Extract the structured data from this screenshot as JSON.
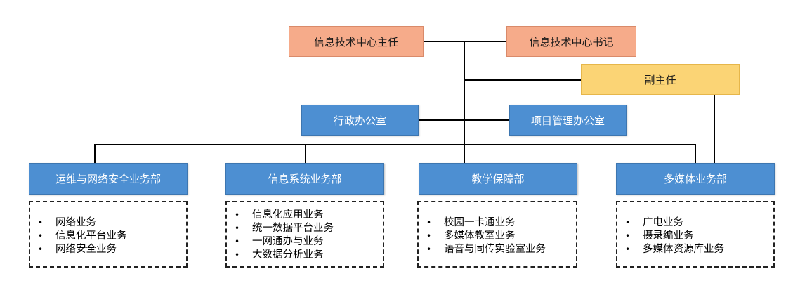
{
  "leadership": {
    "director": "信息技术中心主任",
    "secretary": "信息技术中心书记",
    "deputy": "副主任"
  },
  "offices": {
    "admin": "行政办公室",
    "project": "项目管理办公室"
  },
  "departments": [
    {
      "name": "运维与网络安全业务部",
      "items": [
        "网络业务",
        "信息化平台业务",
        "网络安全业务"
      ]
    },
    {
      "name": "信息系统业务部",
      "items": [
        "信息化应用业务",
        "统一数据平台业务",
        "一网通办与业务",
        "大数据分析业务"
      ]
    },
    {
      "name": "教学保障部",
      "items": [
        "校园一卡通业务",
        "多媒体教室业务",
        "语音与同传实验室业务"
      ]
    },
    {
      "name": "多媒体业务部",
      "items": [
        "广电业务",
        "摄录编业务",
        "多媒体资源库业务"
      ]
    }
  ],
  "colors": {
    "leader_fill": "#f6ab8a",
    "deputy_fill": "#fbd475",
    "unit_fill": "#4d8fd2"
  }
}
